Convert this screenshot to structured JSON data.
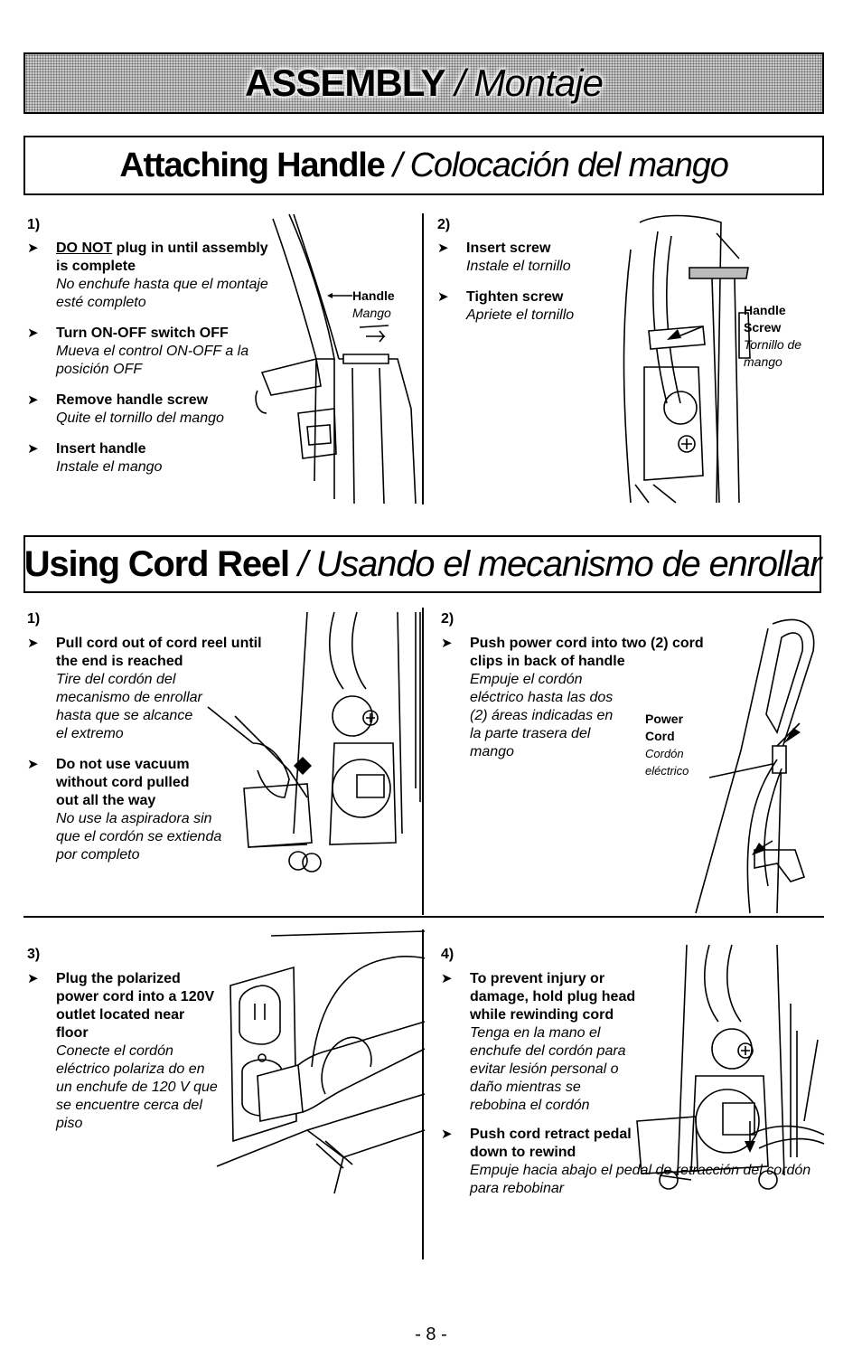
{
  "banner": {
    "title_en": "ASSEMBLY",
    "sep": " / ",
    "title_es": "Montaje"
  },
  "attach": {
    "title_en": "Attaching Handle",
    "sep": " / ",
    "title_es": "Colocación del mango",
    "step1": {
      "num": "1)",
      "donot_prefix": "DO NOT",
      "donot_rest": " plug in until assembly is complete",
      "donot_es": "No enchufe hasta que el montaje esté completo",
      "switch_en": "Turn ON-OFF switch OFF",
      "switch_es": "Mueva el control ON-OFF a la posición OFF",
      "remove_en": "Remove handle screw",
      "remove_es": "Quite el tornillo del mango",
      "insert_en": "Insert handle",
      "insert_es": "Instale el mango",
      "label_en": "Handle",
      "label_es": "Mango"
    },
    "step2": {
      "num": "2)",
      "insert_en": "Insert screw",
      "insert_es": "Instale el tornillo",
      "tighten_en": "Tighten screw",
      "tighten_es": "Apriete el tornillo",
      "label_en": "Handle Screw",
      "label_es": "Tornillo de mango"
    }
  },
  "cord": {
    "title_en": "Using Cord Reel",
    "sep": " / ",
    "title_es": "Usando el mecanismo de enrollar",
    "step1": {
      "num": "1)",
      "pull_en": "Pull cord out of cord reel until the end is reached",
      "pull_es": "Tire del cordón del mecanismo de enrollar hasta que se alcance el extremo",
      "donot_en": "Do not use vacuum without cord pulled out all the way",
      "donot_es": "No use la aspiradora sin que el cordón se extienda por completo"
    },
    "step2": {
      "num": "2)",
      "push_en": "Push power cord into two (2) cord clips in back of handle",
      "push_es": "Empuje el cordón eléctrico hasta las dos (2) áreas indicadas en la parte trasera del mango",
      "label_en": "Power Cord",
      "label_es": "Cordón eléctrico"
    },
    "step3": {
      "num": "3)",
      "plug_en": "Plug the polarized power cord into a 120V outlet located near floor",
      "plug_es": "Conecte el cordón eléctrico polariza do en un enchufe de 120 V que se encuentre cerca del piso"
    },
    "step4": {
      "num": "4)",
      "prevent_en": "To prevent injury or damage, hold plug head while rewinding cord",
      "prevent_es": "Tenga en la mano el enchufe del cordón para evitar lesión personal o daño mientras se rebobina el cordón",
      "pedal_en": "Push cord retract pedal down to rewind",
      "pedal_es": "Empuje hacia abajo el pedal de retracción del cordón para rebobinar"
    }
  },
  "page_number": "- 8 -"
}
